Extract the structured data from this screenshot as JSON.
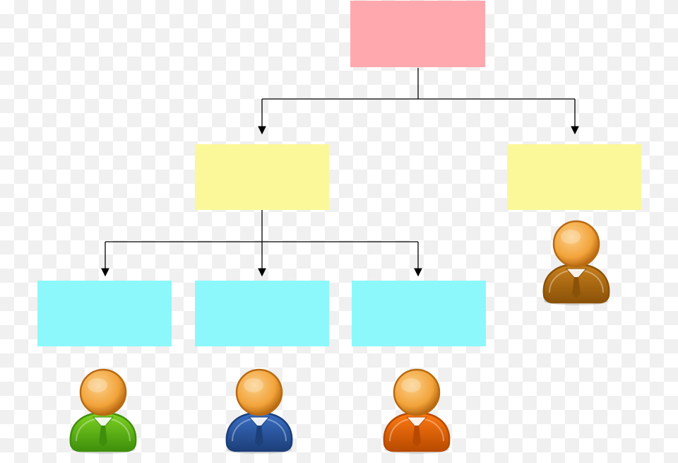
{
  "colors": {
    "root_box": "#ffa8ae",
    "manager_box": "#fbf89a",
    "staff_box": "#8cf8fb",
    "connector": "#000000",
    "skin": "#f2a33a",
    "skin_dark": "#b86a12"
  },
  "boxes": [
    {
      "id": "root",
      "level": "root",
      "label": ""
    },
    {
      "id": "manager-left",
      "level": "manager",
      "label": ""
    },
    {
      "id": "manager-right",
      "level": "manager",
      "label": ""
    },
    {
      "id": "staff-1",
      "level": "staff",
      "label": ""
    },
    {
      "id": "staff-2",
      "level": "staff",
      "label": ""
    },
    {
      "id": "staff-3",
      "level": "staff",
      "label": ""
    }
  ],
  "people": [
    {
      "id": "person-manager-right",
      "icon": "user-icon",
      "shirt": "#c9801c",
      "shirt_dark": "#8a5208"
    },
    {
      "id": "person-staff-1",
      "icon": "user-icon",
      "shirt": "#7ed321",
      "shirt_dark": "#3f8f0c"
    },
    {
      "id": "person-staff-2",
      "icon": "user-icon",
      "shirt": "#3a6fc4",
      "shirt_dark": "#1d3f7a"
    },
    {
      "id": "person-staff-3",
      "icon": "user-icon",
      "shirt": "#ff7a12",
      "shirt_dark": "#b84a00"
    }
  ],
  "connections": [
    {
      "from": "root",
      "to": "manager-left"
    },
    {
      "from": "root",
      "to": "manager-right"
    },
    {
      "from": "manager-left",
      "to": "staff-1"
    },
    {
      "from": "manager-left",
      "to": "staff-2"
    },
    {
      "from": "manager-left",
      "to": "staff-3"
    }
  ]
}
